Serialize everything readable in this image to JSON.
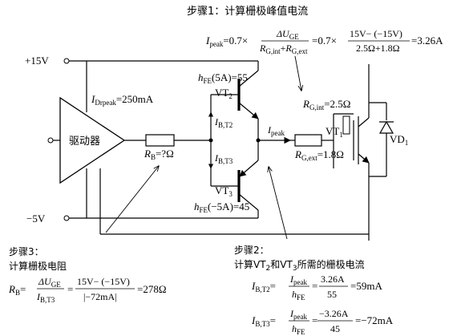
{
  "supply": {
    "plus_label": "+15V",
    "minus_label": "−5V"
  },
  "driver": {
    "label": "驱动器",
    "peak_current": {
      "main": "I",
      "sub": "Drpeak",
      "tail": "=250mA"
    }
  },
  "resistors": {
    "rb": {
      "main": "R",
      "sub": "B",
      "tail": "=?Ω"
    },
    "rg_ext": {
      "main": "R",
      "sub": "G,ext",
      "tail": "=1.8Ω"
    },
    "rg_int": {
      "main": "R",
      "sub": "G,int",
      "tail": "=2.5Ω"
    }
  },
  "transistors": {
    "vt2": {
      "main": "VT",
      "sub": "2",
      "hfe_main": "h",
      "hfe_sub": "FE",
      "hfe_tail": "(5A)=55"
    },
    "vt3": {
      "main": "VT",
      "sub": "3",
      "hfe_main": "h",
      "hfe_sub": "FE",
      "hfe_tail": "(−5A)=45"
    },
    "vt1": {
      "main": "VT",
      "sub": "1"
    },
    "vd1": {
      "main": "VD",
      "sub": "1"
    }
  },
  "currents": {
    "ibt2": {
      "main": "I",
      "sub": "B,T2"
    },
    "ibt3": {
      "main": "I",
      "sub": "B,T3"
    },
    "ipeak": {
      "main": "I",
      "sub": "peak"
    }
  },
  "step1": {
    "title": "步骤1：计算栅极峰值电流",
    "lhs_main": "I",
    "lhs_sub": "peak",
    "eq1": "=0.7×",
    "num1_main": "ΔU",
    "num1_sub": "GE",
    "den1_a_main": "R",
    "den1_a_sub": "G,int",
    "den1_plus": "+",
    "den1_b_main": "R",
    "den1_b_sub": "G,ext",
    "eq2": "=0.7×",
    "num2": "15V− (−15V)",
    "den2": "2.5Ω+1.8Ω",
    "result": "=3.26A"
  },
  "step2": {
    "title_a": "步骤2：",
    "title_b": "计算VT",
    "title_b_sub": "2",
    "title_c": "和VT",
    "title_c_sub": "3",
    "title_d": "所需的栅极电流",
    "f1_lhs_main": "I",
    "f1_lhs_sub": "B,T2",
    "f1_eq": "=",
    "f1_num_main": "I",
    "f1_num_sub": "peak",
    "f1_den_main": "h",
    "f1_den_sub": "FE",
    "f1_eq2": "=",
    "f1_num2": "3.26A",
    "f1_den2": "55",
    "f1_result": "=59mA",
    "f2_lhs_main": "I",
    "f2_lhs_sub": "B,T3",
    "f2_eq": "=",
    "f2_num_main": "I",
    "f2_num_sub": "peak",
    "f2_den_main": "h",
    "f2_den_sub": "FE",
    "f2_eq2": "=",
    "f2_num2": "−3.26A",
    "f2_den2": "45",
    "f2_result": "=−72mA"
  },
  "step3": {
    "title_a": "步骤3：",
    "title_b": "计算栅极电阻",
    "lhs_main": "R",
    "lhs_sub": "B",
    "eq": "=",
    "num1_main": "ΔU",
    "num1_sub": "GE",
    "den1_main": "I",
    "den1_sub": "B,T3",
    "eq2": "=",
    "num2": "15V− (−15V)",
    "den2": "|−72mA|",
    "result": "=278Ω"
  }
}
